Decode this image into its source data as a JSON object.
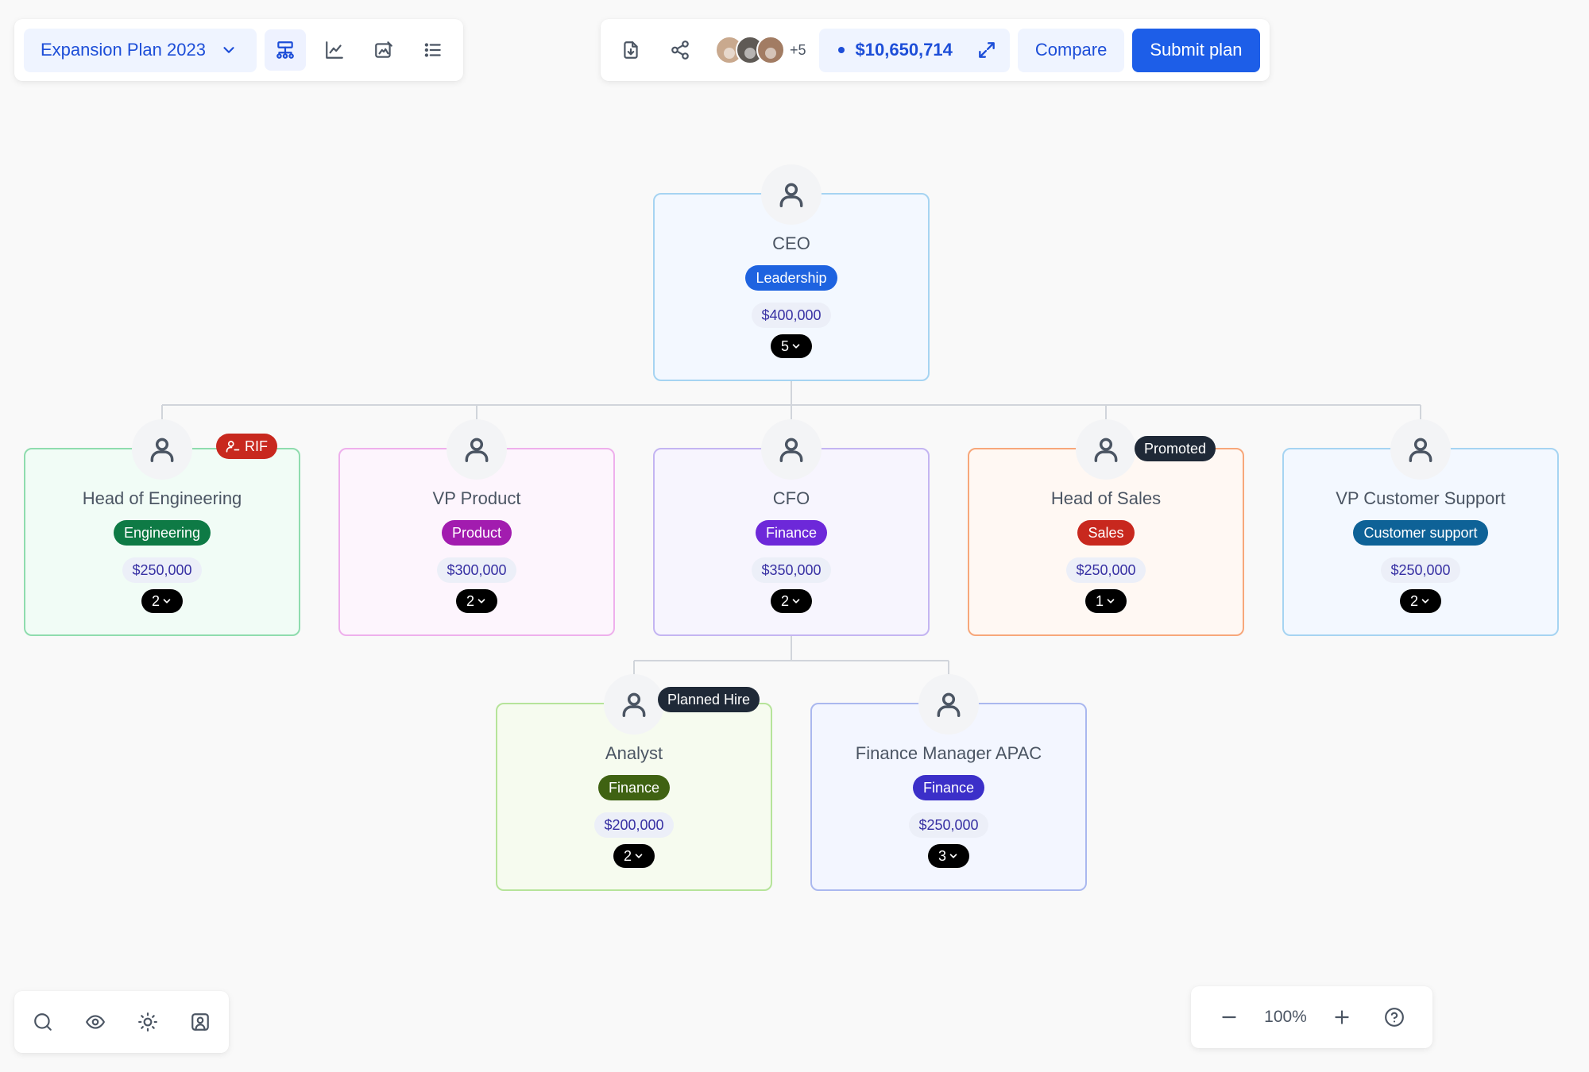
{
  "plan": {
    "name": "Expansion Plan 2023"
  },
  "view_icons": [
    "org-chart-icon",
    "line-chart-icon",
    "image-edit-icon",
    "list-icon"
  ],
  "actions": {
    "collaborators_more": "+5",
    "budget_total": "$10,650,714",
    "compare_label": "Compare",
    "submit_label": "Submit plan"
  },
  "colors": {
    "accent": "#1d5ee8",
    "accent_soft": "#eff4ff"
  },
  "nodes": {
    "ceo": {
      "title": "CEO",
      "department": "Leadership",
      "salary": "$400,000",
      "reports": "5"
    },
    "eng": {
      "title": "Head of Engineering",
      "department": "Engineering",
      "salary": "$250,000",
      "reports": "2",
      "tag": "RIF"
    },
    "product": {
      "title": "VP Product",
      "department": "Product",
      "salary": "$300,000",
      "reports": "2"
    },
    "cfo": {
      "title": "CFO",
      "department": "Finance",
      "salary": "$350,000",
      "reports": "2"
    },
    "sales": {
      "title": "Head of Sales",
      "department": "Sales",
      "salary": "$250,000",
      "reports": "1",
      "tag": "Promoted"
    },
    "support": {
      "title": "VP Customer Support",
      "department": "Customer support",
      "salary": "$250,000",
      "reports": "2"
    },
    "analyst": {
      "title": "Analyst",
      "department": "Finance",
      "salary": "$200,000",
      "reports": "2",
      "tag": "Planned Hire"
    },
    "fin_apac": {
      "title": "Finance Manager APAC",
      "department": "Finance",
      "salary": "$250,000",
      "reports": "3"
    }
  },
  "zoom": {
    "level": "100%"
  }
}
